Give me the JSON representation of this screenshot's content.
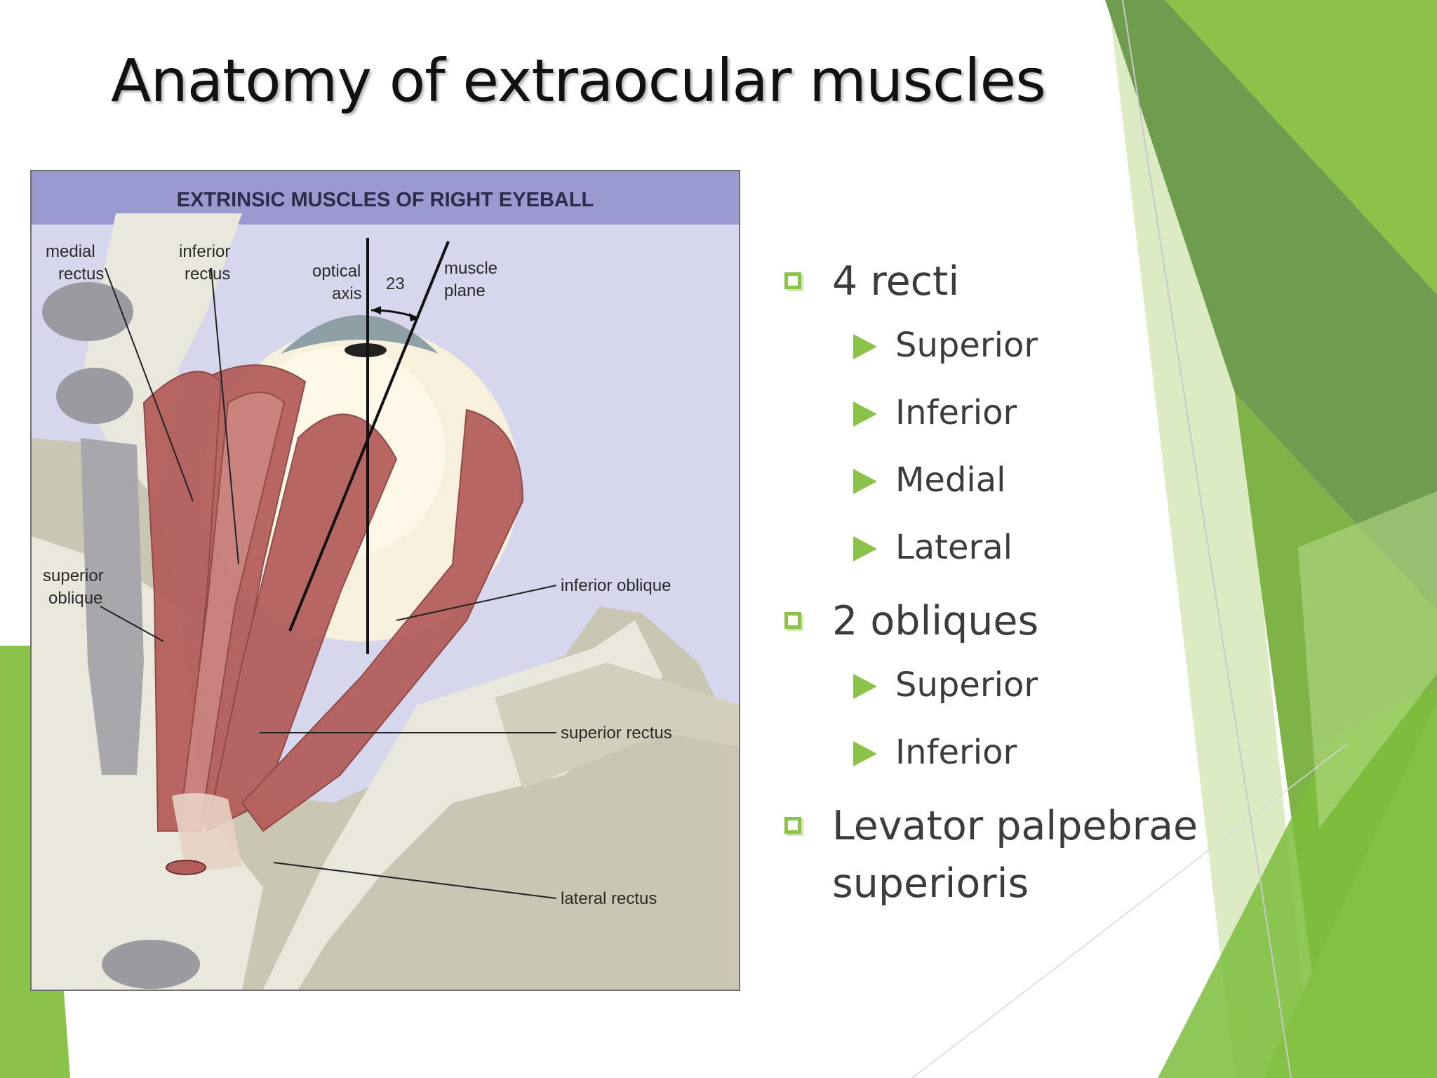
{
  "slide": {
    "title": "Anatomy of extraocular muscles",
    "accent_color": "#8bc34a"
  },
  "figure": {
    "header": "EXTRINSIC MUSCLES OF RIGHT EYEBALL",
    "header_color": "#9a9ad0",
    "background_color": "#d6d6ec",
    "labels": {
      "medial_rectus": "medial rectus",
      "inferior_rectus": "inferior rectus",
      "optical_axis": "optical axis",
      "angle": "23",
      "muscle_plane": "muscle plane",
      "superior_oblique": "superior oblique",
      "inferior_oblique": "inferior oblique",
      "superior_rectus": "superior rectus",
      "lateral_rectus": "lateral rectus"
    }
  },
  "bullets": [
    {
      "label": "4 recti",
      "icon": "checkbox-square-icon",
      "children": [
        "Superior",
        "Inferior",
        "Medial",
        "Lateral"
      ]
    },
    {
      "label": "2 obliques",
      "icon": "checkbox-square-icon",
      "children": [
        "Superior",
        "Inferior"
      ]
    },
    {
      "label": "Levator palpebrae superioris",
      "icon": "checkbox-square-icon",
      "children": []
    }
  ]
}
